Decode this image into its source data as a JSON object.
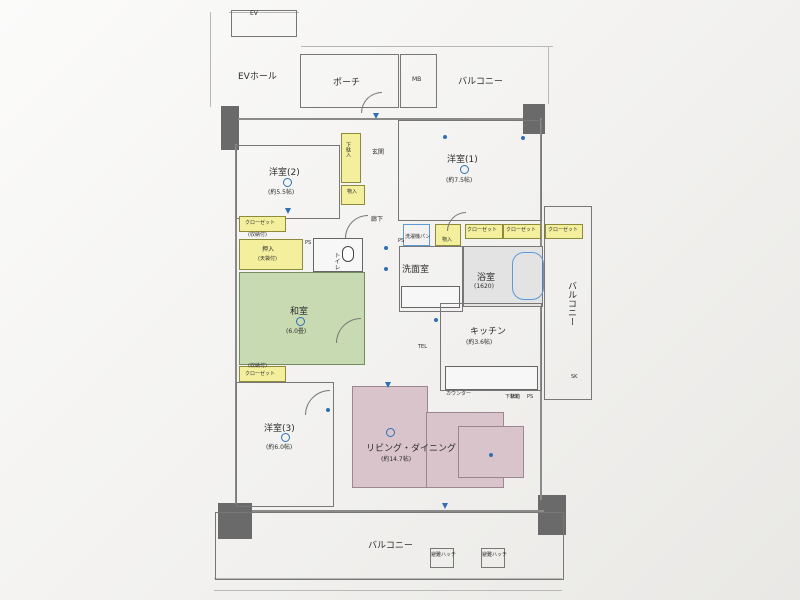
{
  "labels": {
    "ev": "EV",
    "ev_hall": "EVホール",
    "porch": "ポーチ",
    "mb": "MB",
    "balcony_top": "バルコニー",
    "entrance": "玄関",
    "western2": "洋室(2)",
    "western2_size": "(約5.5帖)",
    "western1": "洋室(1)",
    "western1_size": "(約7.5帖)",
    "shoe_storage": "下駄入",
    "storage": "物入",
    "hall": "廊下",
    "closet_small": "クローゼット",
    "cabinet": "(収納付)",
    "closet_storage": "押入",
    "futon": "(天袋付)",
    "ps1": "PS",
    "ps2": "PS",
    "ps3": "PS",
    "ps4": "PS",
    "toilet_room": "トイレ",
    "washroom": "洗面室",
    "bathroom": "浴室",
    "bath_size": "(1620)",
    "washer": "洗濯機パン",
    "closet_1": "クローゼット",
    "closet_2": "クローゼット",
    "closet_3": "クローゼット",
    "japanese": "和室",
    "japanese_size": "(6.0畳)",
    "tel": "TEL",
    "kitchen": "キッチン",
    "kitchen_size": "(約3.6帖)",
    "counter": "カウンター",
    "living_dining": "リビング・ダイニング",
    "living_dining_size": "(約14.7帖)",
    "western3": "洋室(3)",
    "western3_size": "(約6.0帖)",
    "balcony_side": "バルコニー",
    "balcony_bottom": "バルコニー",
    "evac_ladder_1": "避難ハッチ",
    "evac_ladder_2": "避難ハッチ",
    "sk": "SK",
    "stairs": "下駄箱"
  }
}
